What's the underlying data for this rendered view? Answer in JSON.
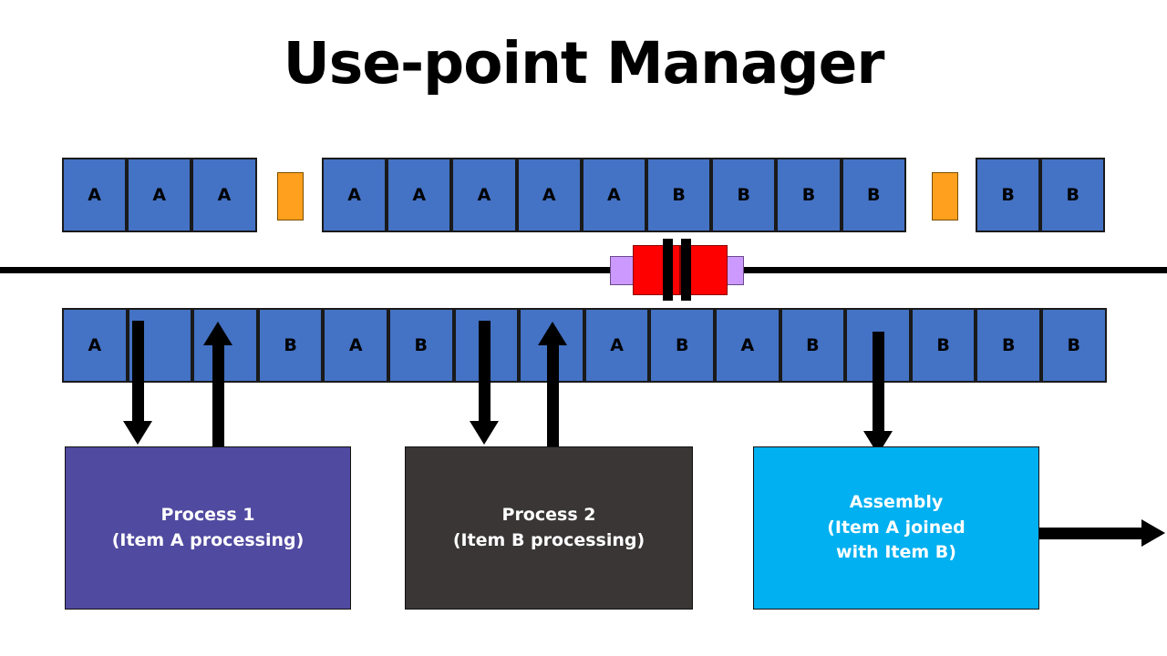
{
  "page": {
    "title": "Use-point Manager",
    "background": "#ffffff"
  },
  "colors": {
    "item_blue": "#4472C4",
    "marker_orange": "#FFA01E",
    "gate_red": "#FF0000",
    "gate_purple": "#CC99FF",
    "process1_purple": "#504AA0",
    "process2_dark": "#3A3636",
    "assembly_cyan": "#00B0F0",
    "line_black": "#000000"
  },
  "supply_track": {
    "name": "supply-track",
    "groups": [
      {
        "name": "supply-group-1",
        "items": [
          "A",
          "A",
          "A"
        ]
      },
      {
        "name": "supply-group-2",
        "items": [
          "A",
          "A",
          "A",
          "A",
          "A",
          "B",
          "B",
          "B",
          "B"
        ]
      },
      {
        "name": "supply-group-3",
        "items": [
          "B",
          "B"
        ]
      }
    ],
    "markers": [
      {
        "name": "supply-marker-1"
      },
      {
        "name": "supply-marker-2"
      }
    ]
  },
  "use_point_track": {
    "name": "use-point-track",
    "cells": [
      "A",
      "",
      "",
      "B",
      "A",
      "B",
      "",
      "",
      "A",
      "B",
      "A",
      "B",
      "",
      "B",
      "B",
      "B"
    ]
  },
  "gate": {
    "name": "use-point-gate",
    "left_pad": "",
    "right_pad": "",
    "left_block": "",
    "right_block": "",
    "bars": [
      "",
      ""
    ]
  },
  "processes": [
    {
      "name": "process-1",
      "label": "Process 1\n(Item A processing)",
      "color": "#504AA0",
      "input_arrow": "arrow-down-to-process-1",
      "output_arrow": "arrow-up-from-process-1"
    },
    {
      "name": "process-2",
      "label": "Process 2\n(Item B processing)",
      "color": "#3A3636",
      "input_arrow": "arrow-down-to-process-2",
      "output_arrow": "arrow-up-from-process-2"
    },
    {
      "name": "assembly",
      "label": "Assembly\n(Item A joined\nwith Item B)",
      "color": "#00B0F0",
      "input_arrow": "arrow-down-to-assembly",
      "output_arrow": "arrow-right-from-assembly"
    }
  ]
}
